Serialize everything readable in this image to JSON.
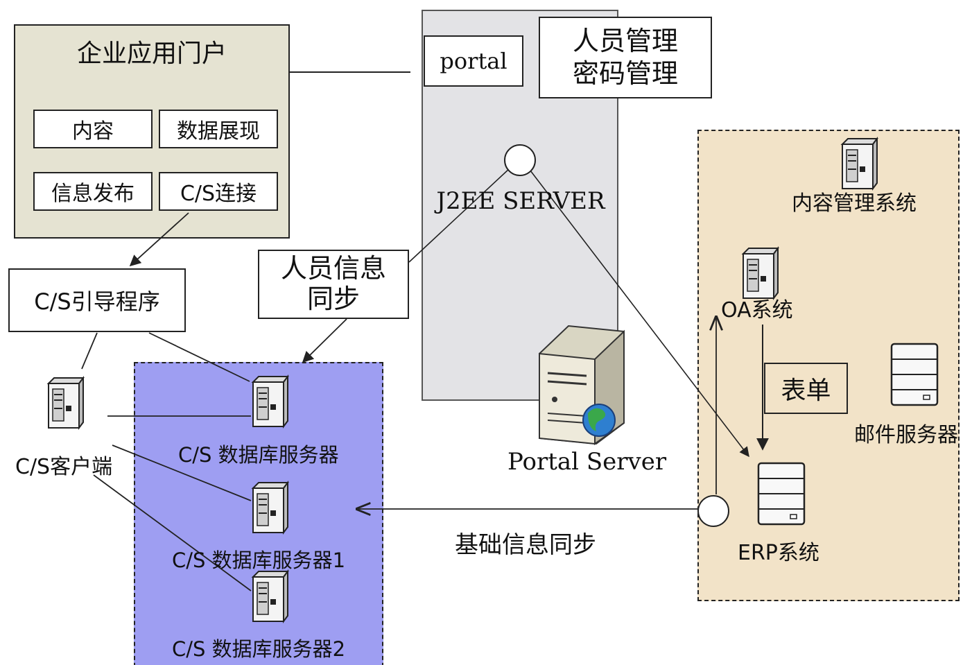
{
  "portal_group": {
    "title": "企业应用门户",
    "items": [
      "内容",
      "数据展现",
      "信息发布",
      "C/S连接"
    ]
  },
  "j2ee": {
    "portal_label": "portal",
    "mgmt_lines": [
      "人员管理",
      "密码管理"
    ],
    "server_label": "J2EE SERVER",
    "portal_server_label": "Portal Server"
  },
  "cs": {
    "bootstrap_label": "C/S引导程序",
    "client_label": "C/S客户端",
    "db_servers": [
      "C/S 数据库服务器",
      "C/S 数据库服务器1",
      "C/S 数据库服务器2"
    ]
  },
  "sync": {
    "person_sync_lines": [
      "人员信息",
      "同步"
    ],
    "base_sync_label": "基础信息同步"
  },
  "enterprise": {
    "cms_label": "内容管理系统",
    "oa_label": "OA系统",
    "form_label": "表单",
    "mail_label": "邮件服务器",
    "erp_label": "ERP系统"
  },
  "colors": {
    "portal_bg": "#e5e3d2",
    "j2ee_bg": "#e3e3e6",
    "db_bg": "#9e9ef2",
    "enterprise_bg": "#f2e3c8",
    "line": "#222222"
  }
}
